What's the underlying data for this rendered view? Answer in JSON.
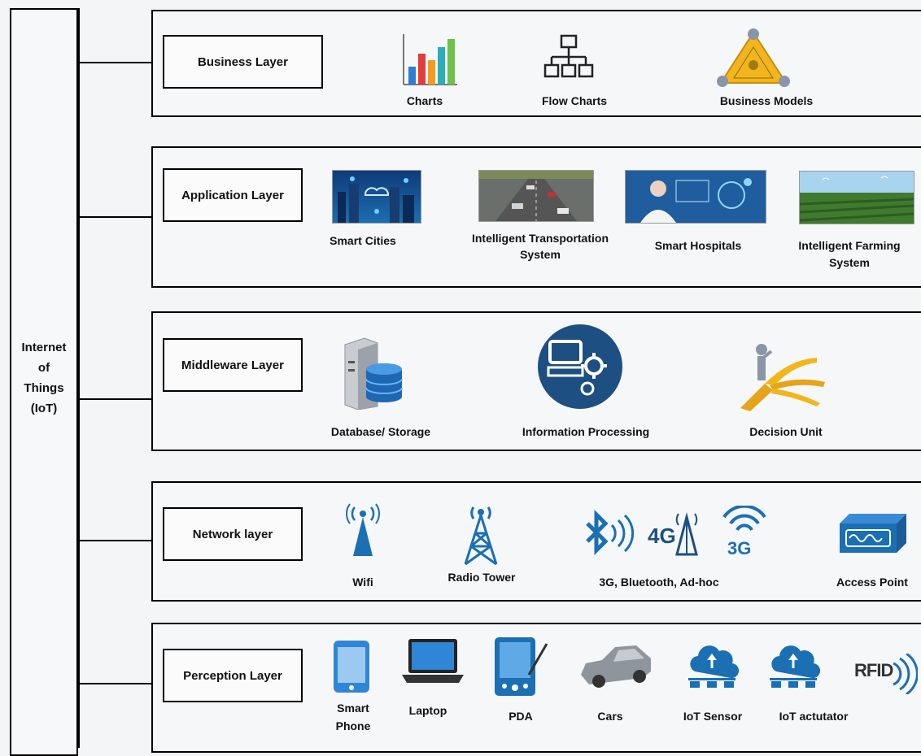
{
  "root": {
    "label_lines": [
      "Internet",
      "of",
      "Things",
      "(IoT)"
    ]
  },
  "layers": {
    "business": {
      "label": "Business Layer",
      "items": [
        {
          "caption": "Charts",
          "icon": "bar-chart-icon"
        },
        {
          "caption": "Flow Charts",
          "icon": "flowchart-icon"
        },
        {
          "caption": "Business Models",
          "icon": "business-model-triangle-icon"
        }
      ]
    },
    "application": {
      "label": "Application Layer",
      "items": [
        {
          "caption": "Smart Cities",
          "icon": "smart-cities-photo"
        },
        {
          "caption_lines": [
            "Intelligent Transportation",
            "System"
          ],
          "icon": "transportation-photo"
        },
        {
          "caption": "Smart Hospitals",
          "icon": "smart-hospitals-photo"
        },
        {
          "caption_lines": [
            "Intelligent Farming",
            "System"
          ],
          "icon": "farming-photo"
        }
      ]
    },
    "middleware": {
      "label": "Middleware Layer",
      "items": [
        {
          "caption": "Database/ Storage",
          "icon": "database-server-icon"
        },
        {
          "caption": "Information Processing",
          "icon": "computer-gear-icon"
        },
        {
          "caption": "Decision Unit",
          "icon": "decision-person-icon"
        }
      ]
    },
    "network": {
      "label": "Network layer",
      "items": [
        {
          "caption": "Wifi",
          "icon": "wifi-antenna-icon"
        },
        {
          "caption": "Radio Tower",
          "icon": "radio-tower-icon"
        },
        {
          "caption": "3G, Bluetooth, Ad-hoc",
          "icon": "bluetooth-4g-3g-icon",
          "badge_4g": "4G",
          "badge_3g": "3G"
        },
        {
          "caption": "Access Point",
          "icon": "access-point-icon"
        }
      ]
    },
    "perception": {
      "label": "Perception Layer",
      "items": [
        {
          "caption_lines": [
            "Smart",
            "Phone"
          ],
          "icon": "smartphone-icon"
        },
        {
          "caption": "Laptop",
          "icon": "laptop-icon"
        },
        {
          "caption": "PDA",
          "icon": "pda-icon"
        },
        {
          "caption": "Cars",
          "icon": "car-icon"
        },
        {
          "caption": "IoT Sensor",
          "icon": "iot-sensor-cloud-icon"
        },
        {
          "caption": "IoT actutator",
          "icon": "iot-actuator-cloud-icon"
        },
        {
          "caption": "",
          "icon": "rfid-icon",
          "text": "RFID"
        }
      ]
    }
  },
  "colors": {
    "icon_blue": "#1b6fb3",
    "dark_blue": "#1d4f82",
    "gold": "#e6a419",
    "line": "#000000"
  }
}
